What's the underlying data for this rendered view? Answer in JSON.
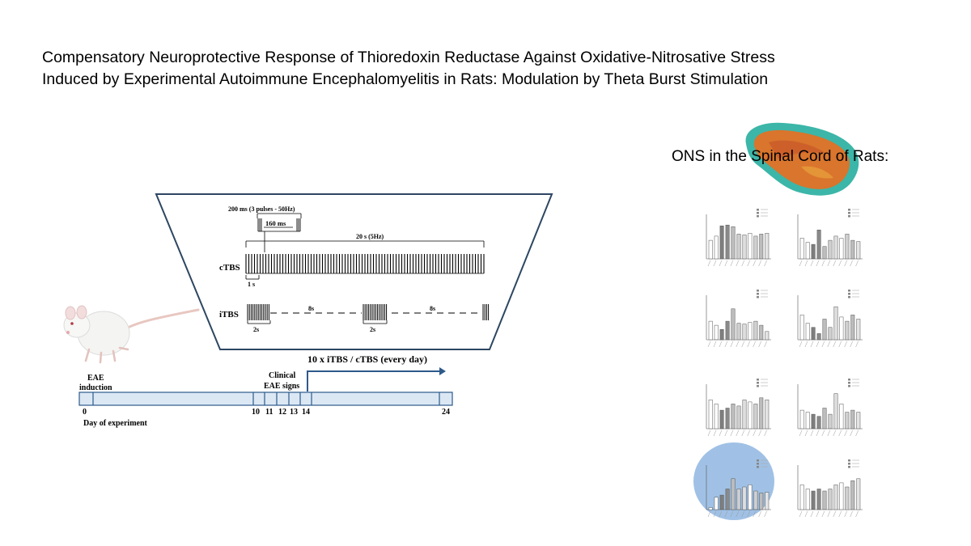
{
  "title": {
    "line1": "Compensatory Neuroprotective Response of Thioredoxin Reductase Against Oxidative-Nitrosative Stress",
    "line2": "Induced by Experimental Autoimmune Encephalomyelitis in Rats: Modulation by Theta Burst Stimulation"
  },
  "ons_label": "ONS in the Spinal Cord of Rats:",
  "protocol": {
    "burst_label": "200 ms (3 pulses - 50Hz)",
    "interval_label": "160 ms",
    "train_label": "20 s (5Hz)",
    "ctbs_label": "cTBS",
    "ctbs_scale": "1 s",
    "itbs_label": "iTBS",
    "itbs_gap": "8s",
    "itbs_burst": "2s"
  },
  "timeline": {
    "eae_label": "EAE",
    "induction_label": "induction",
    "clinical_label": "Clinical",
    "signs_label": "EAE signs",
    "treatment_label": "10 x iTBS / cTBS (every day)",
    "day_label": "Day of experiment",
    "days": [
      "0",
      "10",
      "11",
      "12",
      "13",
      "14",
      "24"
    ]
  },
  "colors": {
    "timeline_fill": "#dbe8f4",
    "highlight": "#8fb6e0",
    "bar_dark": "#808080",
    "bar_mid": "#b0b0b0",
    "bar_light": "#d4d4d4",
    "tissue_outer": "#3cb6a8",
    "tissue_inner": "#d9752c"
  },
  "icons": [
    "rat-image",
    "spinal-cord-section-image"
  ],
  "chart_thumbnails": [
    {
      "heights": [
        0.45,
        0.55,
        0.8,
        0.82,
        0.78,
        0.6,
        0.58,
        0.62,
        0.55,
        0.6,
        0.62
      ]
    },
    {
      "heights": [
        0.5,
        0.4,
        0.35,
        0.7,
        0.3,
        0.45,
        0.55,
        0.5,
        0.6,
        0.45,
        0.42
      ]
    },
    {
      "heights": [
        0.45,
        0.35,
        0.25,
        0.45,
        0.75,
        0.4,
        0.38,
        0.42,
        0.45,
        0.35,
        0.2
      ]
    },
    {
      "heights": [
        0.6,
        0.4,
        0.3,
        0.15,
        0.5,
        0.3,
        0.8,
        0.55,
        0.45,
        0.6,
        0.5
      ]
    },
    {
      "heights": [
        0.7,
        0.6,
        0.45,
        0.5,
        0.6,
        0.55,
        0.7,
        0.65,
        0.6,
        0.75,
        0.7
      ]
    },
    {
      "heights": [
        0.45,
        0.4,
        0.35,
        0.3,
        0.5,
        0.35,
        0.85,
        0.6,
        0.4,
        0.45,
        0.4
      ]
    },
    {
      "heights": [
        0.05,
        0.3,
        0.35,
        0.5,
        0.75,
        0.5,
        0.55,
        0.6,
        0.45,
        0.4,
        0.42
      ]
    },
    {
      "heights": [
        0.6,
        0.5,
        0.45,
        0.5,
        0.45,
        0.5,
        0.6,
        0.65,
        0.55,
        0.7,
        0.75
      ]
    }
  ]
}
